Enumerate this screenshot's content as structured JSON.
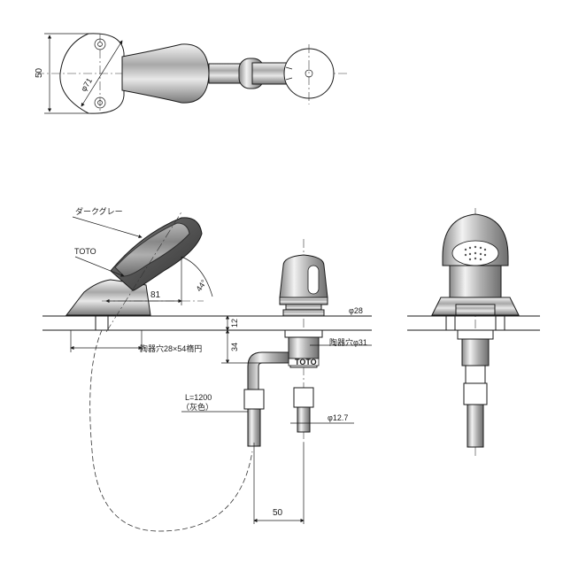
{
  "top_view": {
    "dim_height": "50",
    "dim_diameter": "φ71"
  },
  "side_view": {
    "label_color": "ダークグレー",
    "label_brand": "TOTO",
    "dim_reach": "81",
    "dim_angle": "44°",
    "label_hole_rect": "陶器穴28×54楕円"
  },
  "front_view": {
    "dim_top": "12",
    "dim_mid": "34",
    "dim_dia_28": "φ28",
    "label_hole_round": "陶器穴φ31",
    "brand_plate": "TOTO",
    "label_length": "L=1200",
    "label_length_color": "（灰色）",
    "dim_pipe": "φ12.7",
    "dim_offset": "50"
  }
}
